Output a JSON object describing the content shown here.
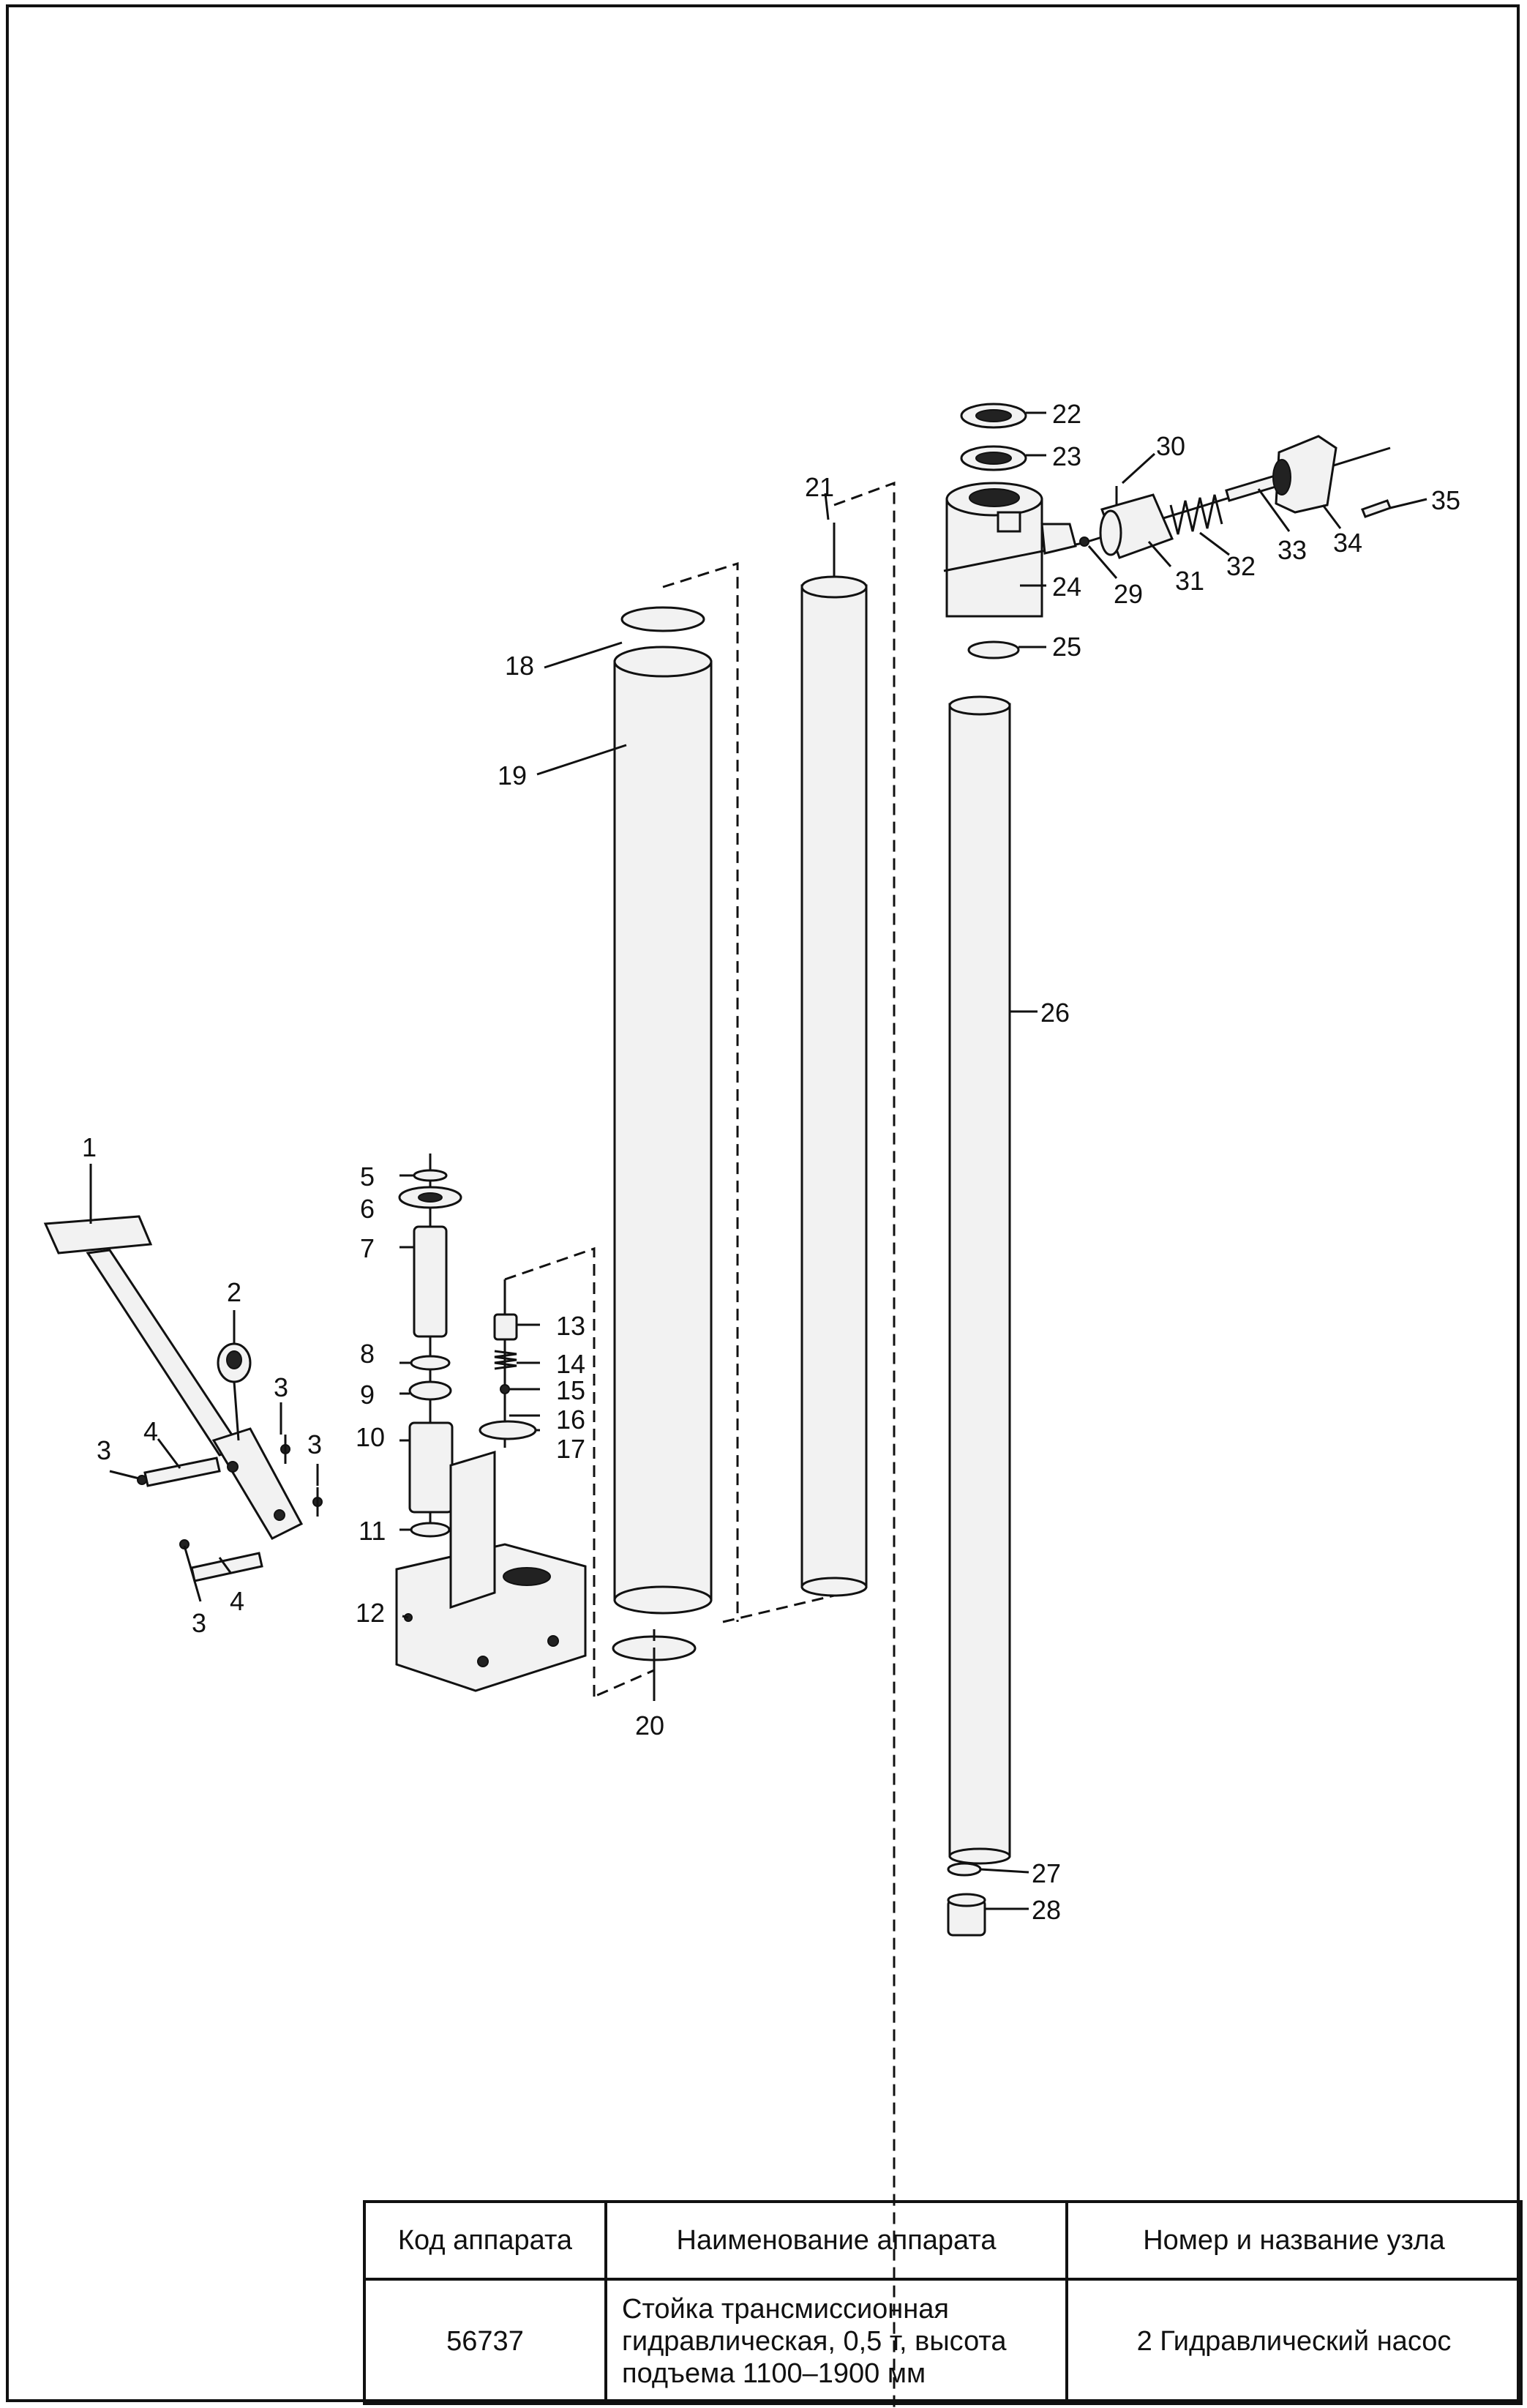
{
  "labels": [
    "1",
    "2",
    "3",
    "4",
    "5",
    "6",
    "7",
    "8",
    "9",
    "10",
    "11",
    "12",
    "13",
    "14",
    "15",
    "16",
    "17",
    "18",
    "19",
    "20",
    "21",
    "22",
    "23",
    "24",
    "25",
    "26",
    "27",
    "28",
    "29",
    "30",
    "31",
    "32",
    "33",
    "34",
    "35"
  ],
  "title_block": {
    "headers": {
      "code": "Код аппарата",
      "name": "Наименование аппарата",
      "node": "Номер и название узла"
    },
    "values": {
      "code": "56737",
      "name_line1": "Стойка трансмиссионная",
      "name_line2": "гидравлическая, 0,5 т, высота",
      "name_line3": "подъема 1100–1900 мм",
      "node": "2 Гидравлический насос"
    }
  }
}
